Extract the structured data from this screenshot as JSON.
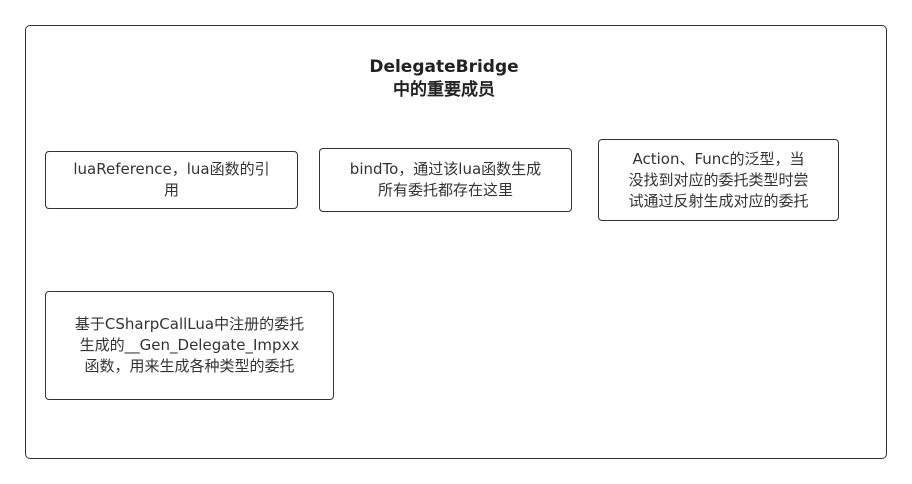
{
  "container": {
    "title": "DelegateBridge\n中的重要成员"
  },
  "members": [
    {
      "text": "luaReference，lua函数的引\n用"
    },
    {
      "text": "bindTo，通过该lua函数生成\n所有委托都存在这里"
    },
    {
      "text": "Action、Func的泛型，当\n没找到对应的委托类型时尝\n试通过反射生成对应的委托"
    },
    {
      "text": "基于CSharpCallLua中注册的委托\n生成的__Gen_Delegate_Impxx\n函数，用来生成各种类型的委托"
    }
  ]
}
